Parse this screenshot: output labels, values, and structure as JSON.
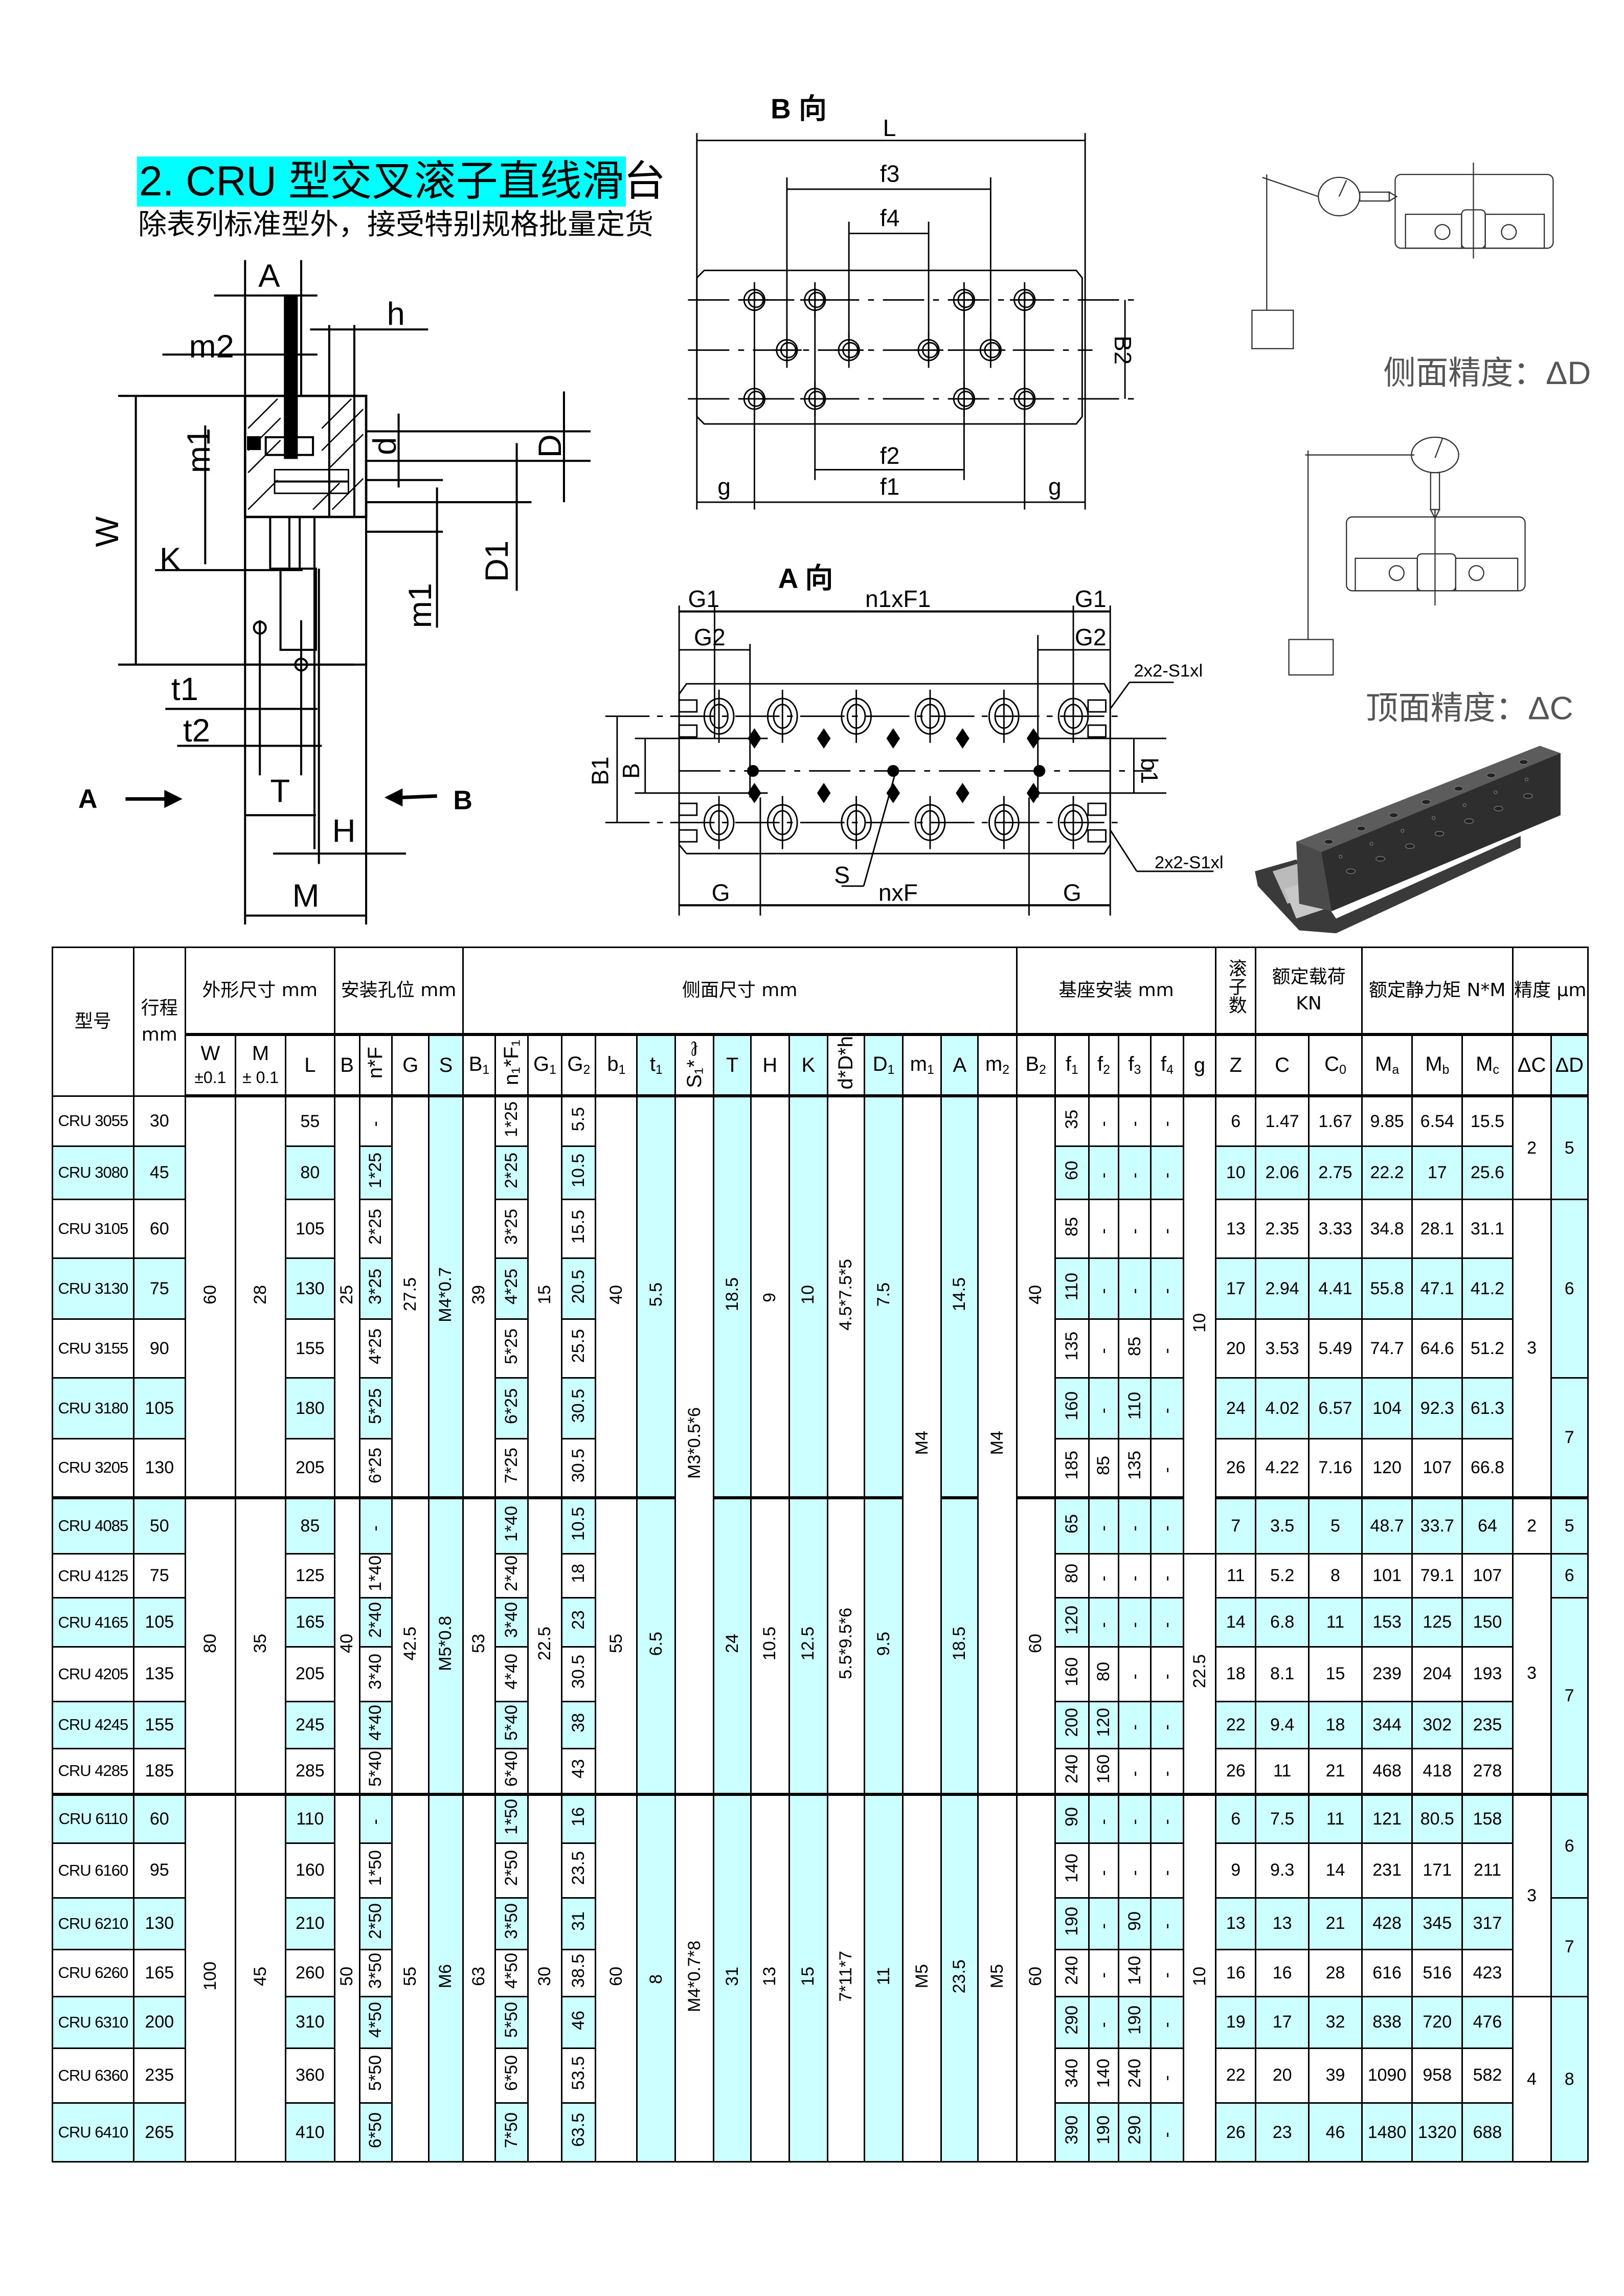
{
  "title": "2. CRU 型交叉滚子直线滑台",
  "subtitle": "除表列标准型外，接受特别规格批量定货",
  "drawings": {
    "section": {
      "A": "A",
      "h": "h",
      "m2": "m2",
      "m1": "m1",
      "W": "W",
      "K": "K",
      "d": "d",
      "D": "D",
      "D1": "D1",
      "m1b": "m1",
      "t1": "t1",
      "t2": "t2",
      "T": "T",
      "H": "H",
      "M": "M",
      "arrow_a": "A",
      "arrow_b": "B"
    },
    "b_view": {
      "title": "B 向",
      "L": "L",
      "f3": "f3",
      "f4": "f4",
      "B2": "B2",
      "f2": "f2",
      "f1": "f1",
      "g_left": "g",
      "g_right": "g"
    },
    "a_view": {
      "title": "A 向",
      "G1_left": "G1",
      "n1xF1": "n1xF1",
      "G1_right": "G1",
      "G2_left": "G2",
      "G2_right": "G2",
      "tap_top": "2x2-S1xl",
      "tap_bottom": "2x2-S1xl",
      "B1": "B1",
      "B": "B",
      "b1": "b1",
      "S": "S",
      "nxF": "nxF",
      "G_left": "G",
      "G_right": "G"
    },
    "side_accuracy": "侧面精度：ΔD",
    "top_accuracy": "顶面精度：ΔC"
  },
  "table": {
    "header_groups": {
      "model": "型号",
      "stroke": "行程 mm",
      "outer": "外形尺寸 mm",
      "mount": "安装孔位 mm",
      "side": "侧面尺寸 mm",
      "base": "基座安装 mm",
      "rollers": "滚子数",
      "load": "额定载荷 KN",
      "moment": "额定静力矩 N*M",
      "accuracy": "精度 μm"
    },
    "columns": [
      {
        "key": "W",
        "t": "W",
        "s": "",
        "extra": "±0.1"
      },
      {
        "key": "M",
        "t": "M",
        "s": "",
        "extra": "± 0.1"
      },
      {
        "key": "L",
        "t": "L",
        "s": ""
      },
      {
        "key": "B",
        "t": "B",
        "s": ""
      },
      {
        "key": "nF",
        "t": "n*F",
        "s": ""
      },
      {
        "key": "G",
        "t": "G",
        "s": ""
      },
      {
        "key": "S",
        "t": "S",
        "s": ""
      },
      {
        "key": "B1",
        "t": "B",
        "s": "1"
      },
      {
        "key": "n1F1",
        "t": "n₁*F₁",
        "s": ""
      },
      {
        "key": "G1",
        "t": "G",
        "s": "1"
      },
      {
        "key": "G2",
        "t": "G",
        "s": "2"
      },
      {
        "key": "b1",
        "t": "b",
        "s": "1"
      },
      {
        "key": "t1",
        "t": "t",
        "s": "1"
      },
      {
        "key": "S1l",
        "t": "S₁*ℓ",
        "s": ""
      },
      {
        "key": "T",
        "t": "T",
        "s": ""
      },
      {
        "key": "H",
        "t": "H",
        "s": ""
      },
      {
        "key": "K",
        "t": "K",
        "s": ""
      },
      {
        "key": "dDh",
        "t": "d*D*h",
        "s": ""
      },
      {
        "key": "D1",
        "t": "D",
        "s": "1"
      },
      {
        "key": "m1",
        "t": "m",
        "s": "1"
      },
      {
        "key": "A",
        "t": "A",
        "s": ""
      },
      {
        "key": "m2",
        "t": "m",
        "s": "2"
      },
      {
        "key": "B2",
        "t": "B",
        "s": "2"
      },
      {
        "key": "f1",
        "t": "f",
        "s": "1"
      },
      {
        "key": "f2",
        "t": "f",
        "s": "2"
      },
      {
        "key": "f3",
        "t": "f",
        "s": "3"
      },
      {
        "key": "f4",
        "t": "f",
        "s": "4"
      },
      {
        "key": "g",
        "t": "g",
        "s": ""
      },
      {
        "key": "Z",
        "t": "Z",
        "s": ""
      },
      {
        "key": "C",
        "t": "C",
        "s": ""
      },
      {
        "key": "C0",
        "t": "C",
        "s": "0"
      },
      {
        "key": "Ma",
        "t": "M",
        "s": "a"
      },
      {
        "key": "Mb",
        "t": "M",
        "s": "b"
      },
      {
        "key": "Mc",
        "t": "M",
        "s": "c"
      },
      {
        "key": "dC",
        "t": "ΔC",
        "s": ""
      },
      {
        "key": "dD",
        "t": "ΔD",
        "s": ""
      }
    ],
    "rows": [
      {
        "model": "CRU 3055",
        "stroke": "30",
        "L": "55",
        "nF": "-",
        "n1F1": "1*25",
        "G2": "5.5",
        "f1": "35",
        "f2": "-",
        "f3": "-",
        "f4": "-",
        "Z": "6",
        "C": "1.47",
        "C0": "1.67",
        "Ma": "9.85",
        "Mb": "6.54",
        "Mc": "15.5"
      },
      {
        "model": "CRU 3080",
        "stroke": "45",
        "L": "80",
        "nF": "1*25",
        "n1F1": "2*25",
        "G2": "10.5",
        "f1": "60",
        "f2": "-",
        "f3": "-",
        "f4": "-",
        "Z": "10",
        "C": "2.06",
        "C0": "2.75",
        "Ma": "22.2",
        "Mb": "17",
        "Mc": "25.6"
      },
      {
        "model": "CRU 3105",
        "stroke": "60",
        "L": "105",
        "nF": "2*25",
        "n1F1": "3*25",
        "G2": "15.5",
        "f1": "85",
        "f2": "-",
        "f3": "-",
        "f4": "-",
        "Z": "13",
        "C": "2.35",
        "C0": "3.33",
        "Ma": "34.8",
        "Mb": "28.1",
        "Mc": "31.1"
      },
      {
        "model": "CRU 3130",
        "stroke": "75",
        "L": "130",
        "nF": "3*25",
        "n1F1": "4*25",
        "G2": "20.5",
        "f1": "110",
        "f2": "-",
        "f3": "-",
        "f4": "-",
        "Z": "17",
        "C": "2.94",
        "C0": "4.41",
        "Ma": "55.8",
        "Mb": "47.1",
        "Mc": "41.2"
      },
      {
        "model": "CRU 3155",
        "stroke": "90",
        "L": "155",
        "nF": "4*25",
        "n1F1": "5*25",
        "G2": "25.5",
        "f1": "135",
        "f2": "-",
        "f3": "85",
        "f4": "-",
        "Z": "20",
        "C": "3.53",
        "C0": "5.49",
        "Ma": "74.7",
        "Mb": "64.6",
        "Mc": "51.2"
      },
      {
        "model": "CRU 3180",
        "stroke": "105",
        "L": "180",
        "nF": "5*25",
        "n1F1": "6*25",
        "G2": "30.5",
        "f1": "160",
        "f2": "-",
        "f3": "110",
        "f4": "-",
        "Z": "24",
        "C": "4.02",
        "C0": "6.57",
        "Ma": "104",
        "Mb": "92.3",
        "Mc": "61.3"
      },
      {
        "model": "CRU 3205",
        "stroke": "130",
        "L": "205",
        "nF": "6*25",
        "n1F1": "7*25",
        "G2": "30.5",
        "f1": "185",
        "f2": "85",
        "f3": "135",
        "f4": "-",
        "Z": "26",
        "C": "4.22",
        "C0": "7.16",
        "Ma": "120",
        "Mb": "107",
        "Mc": "66.8"
      },
      {
        "model": "CRU 4085",
        "stroke": "50",
        "L": "85",
        "nF": "-",
        "n1F1": "1*40",
        "G2": "10.5",
        "f1": "65",
        "f2": "-",
        "f3": "-",
        "f4": "-",
        "Z": "7",
        "C": "3.5",
        "C0": "5",
        "Ma": "48.7",
        "Mb": "33.7",
        "Mc": "64"
      },
      {
        "model": "CRU 4125",
        "stroke": "75",
        "L": "125",
        "nF": "1*40",
        "n1F1": "2*40",
        "G2": "18",
        "f1": "80",
        "f2": "-",
        "f3": "-",
        "f4": "-",
        "Z": "11",
        "C": "5.2",
        "C0": "8",
        "Ma": "101",
        "Mb": "79.1",
        "Mc": "107"
      },
      {
        "model": "CRU 4165",
        "stroke": "105",
        "L": "165",
        "nF": "2*40",
        "n1F1": "3*40",
        "G2": "23",
        "f1": "120",
        "f2": "-",
        "f3": "-",
        "f4": "-",
        "Z": "14",
        "C": "6.8",
        "C0": "11",
        "Ma": "153",
        "Mb": "125",
        "Mc": "150"
      },
      {
        "model": "CRU 4205",
        "stroke": "135",
        "L": "205",
        "nF": "3*40",
        "n1F1": "4*40",
        "G2": "30.5",
        "f1": "160",
        "f2": "80",
        "f3": "-",
        "f4": "-",
        "Z": "18",
        "C": "8.1",
        "C0": "15",
        "Ma": "239",
        "Mb": "204",
        "Mc": "193"
      },
      {
        "model": "CRU 4245",
        "stroke": "155",
        "L": "245",
        "nF": "4*40",
        "n1F1": "5*40",
        "G2": "38",
        "f1": "200",
        "f2": "120",
        "f3": "-",
        "f4": "-",
        "Z": "22",
        "C": "9.4",
        "C0": "18",
        "Ma": "344",
        "Mb": "302",
        "Mc": "235"
      },
      {
        "model": "CRU 4285",
        "stroke": "185",
        "L": "285",
        "nF": "5*40",
        "n1F1": "6*40",
        "G2": "43",
        "f1": "240",
        "f2": "160",
        "f3": "-",
        "f4": "-",
        "Z": "26",
        "C": "11",
        "C0": "21",
        "Ma": "468",
        "Mb": "418",
        "Mc": "278"
      },
      {
        "model": "CRU 6110",
        "stroke": "60",
        "L": "110",
        "nF": "-",
        "n1F1": "1*50",
        "G2": "16",
        "f1": "90",
        "f2": "-",
        "f3": "-",
        "f4": "-",
        "Z": "6",
        "C": "7.5",
        "C0": "11",
        "Ma": "121",
        "Mb": "80.5",
        "Mc": "158"
      },
      {
        "model": "CRU 6160",
        "stroke": "95",
        "L": "160",
        "nF": "1*50",
        "n1F1": "2*50",
        "G2": "23.5",
        "f1": "140",
        "f2": "-",
        "f3": "-",
        "f4": "-",
        "Z": "9",
        "C": "9.3",
        "C0": "14",
        "Ma": "231",
        "Mb": "171",
        "Mc": "211"
      },
      {
        "model": "CRU 6210",
        "stroke": "130",
        "L": "210",
        "nF": "2*50",
        "n1F1": "3*50",
        "G2": "31",
        "f1": "190",
        "f2": "-",
        "f3": "90",
        "f4": "-",
        "Z": "13",
        "C": "13",
        "C0": "21",
        "Ma": "428",
        "Mb": "345",
        "Mc": "317"
      },
      {
        "model": "CRU 6260",
        "stroke": "165",
        "L": "260",
        "nF": "3*50",
        "n1F1": "4*50",
        "G2": "38.5",
        "f1": "240",
        "f2": "-",
        "f3": "140",
        "f4": "-",
        "Z": "16",
        "C": "16",
        "C0": "28",
        "Ma": "616",
        "Mb": "516",
        "Mc": "423"
      },
      {
        "model": "CRU 6310",
        "stroke": "200",
        "L": "310",
        "nF": "4*50",
        "n1F1": "5*50",
        "G2": "46",
        "f1": "290",
        "f2": "-",
        "f3": "190",
        "f4": "-",
        "Z": "19",
        "C": "17",
        "C0": "32",
        "Ma": "838",
        "Mb": "720",
        "Mc": "476"
      },
      {
        "model": "CRU 6360",
        "stroke": "235",
        "L": "360",
        "nF": "5*50",
        "n1F1": "6*50",
        "G2": "53.5",
        "f1": "340",
        "f2": "140",
        "f3": "240",
        "f4": "-",
        "Z": "22",
        "C": "20",
        "C0": "39",
        "Ma": "1090",
        "Mb": "958",
        "Mc": "582"
      },
      {
        "model": "CRU 6410",
        "stroke": "265",
        "L": "410",
        "nF": "6*50",
        "n1F1": "7*50",
        "G2": "63.5",
        "f1": "390",
        "f2": "190",
        "f3": "290",
        "f4": "-",
        "Z": "26",
        "C": "23",
        "C0": "46",
        "Ma": "1480",
        "Mb": "1320",
        "Mc": "688"
      }
    ],
    "merged": {
      "W": [
        {
          "v": "60",
          "span": 7
        },
        {
          "v": "80",
          "span": 6
        },
        {
          "v": "100",
          "span": 7
        }
      ],
      "M": [
        {
          "v": "28",
          "span": 7
        },
        {
          "v": "35",
          "span": 6
        },
        {
          "v": "45",
          "span": 7
        }
      ],
      "B": [
        {
          "v": "25",
          "span": 7
        },
        {
          "v": "40",
          "span": 6
        },
        {
          "v": "50",
          "span": 7
        }
      ],
      "G": [
        {
          "v": "27.5",
          "span": 7
        },
        {
          "v": "42.5",
          "span": 6
        },
        {
          "v": "55",
          "span": 7
        }
      ],
      "S": [
        {
          "v": "M4*0.7",
          "span": 7
        },
        {
          "v": "M5*0.8",
          "span": 6
        },
        {
          "v": "M6",
          "span": 7
        }
      ],
      "B1": [
        {
          "v": "39",
          "span": 7
        },
        {
          "v": "53",
          "span": 6
        },
        {
          "v": "63",
          "span": 7
        }
      ],
      "G1": [
        {
          "v": "15",
          "span": 7
        },
        {
          "v": "22.5",
          "span": 6
        },
        {
          "v": "30",
          "span": 7
        }
      ],
      "b1": [
        {
          "v": "40",
          "span": 7
        },
        {
          "v": "55",
          "span": 6
        },
        {
          "v": "60",
          "span": 7
        }
      ],
      "t1": [
        {
          "v": "5.5",
          "span": 7
        },
        {
          "v": "6.5",
          "span": 6
        },
        {
          "v": "8",
          "span": 7
        }
      ],
      "S1l": [
        {
          "v": "M3*0.5*6",
          "span": 13
        },
        {
          "v": "M4*0.7*8",
          "span": 7
        }
      ],
      "T": [
        {
          "v": "18.5",
          "span": 7
        },
        {
          "v": "24",
          "span": 6
        },
        {
          "v": "31",
          "span": 7
        }
      ],
      "H": [
        {
          "v": "9",
          "span": 7
        },
        {
          "v": "10.5",
          "span": 6
        },
        {
          "v": "13",
          "span": 7
        }
      ],
      "K": [
        {
          "v": "10",
          "span": 7
        },
        {
          "v": "12.5",
          "span": 6
        },
        {
          "v": "15",
          "span": 7
        }
      ],
      "dDh": [
        {
          "v": "4.5*7.5*5",
          "span": 7
        },
        {
          "v": "5.5*9.5*6",
          "span": 6
        },
        {
          "v": "7*11*7",
          "span": 7
        }
      ],
      "D1": [
        {
          "v": "7.5",
          "span": 7
        },
        {
          "v": "9.5",
          "span": 6
        },
        {
          "v": "11",
          "span": 7
        }
      ],
      "m1": [
        {
          "v": "M4",
          "span": 13
        },
        {
          "v": "M5",
          "span": 7
        }
      ],
      "A": [
        {
          "v": "14.5",
          "span": 7
        },
        {
          "v": "18.5",
          "span": 6
        },
        {
          "v": "23.5",
          "span": 7
        }
      ],
      "m2": [
        {
          "v": "M4",
          "span": 13
        },
        {
          "v": "M5",
          "span": 7
        }
      ],
      "B2": [
        {
          "v": "40",
          "span": 7
        },
        {
          "v": "60",
          "span": 6
        },
        {
          "v": "60",
          "span": 7
        }
      ],
      "g": [
        {
          "v": "10",
          "span": 8
        },
        {
          "v": "22.5",
          "span": 5
        },
        {
          "v": "10",
          "span": 7
        }
      ],
      "dC": [
        {
          "v": "2",
          "span": 2
        },
        {
          "v": "3",
          "span": 5
        },
        {
          "v": "2",
          "span": 1
        },
        {
          "v": "3",
          "span": 5
        },
        {
          "v": "3",
          "span": 4
        },
        {
          "v": "4",
          "span": 3
        }
      ],
      "dD": [
        {
          "v": "5",
          "span": 2
        },
        {
          "v": "6",
          "span": 3
        },
        {
          "v": "7",
          "span": 2
        },
        {
          "v": "5",
          "span": 1
        },
        {
          "v": "6",
          "span": 1
        },
        {
          "v": "7",
          "span": 4
        },
        {
          "v": "6",
          "span": 2
        },
        {
          "v": "7",
          "span": 2
        },
        {
          "v": "8",
          "span": 3
        }
      ]
    }
  },
  "colors": {
    "title_highlight": "#00ffff",
    "cell_highlight": "#ccffff"
  }
}
